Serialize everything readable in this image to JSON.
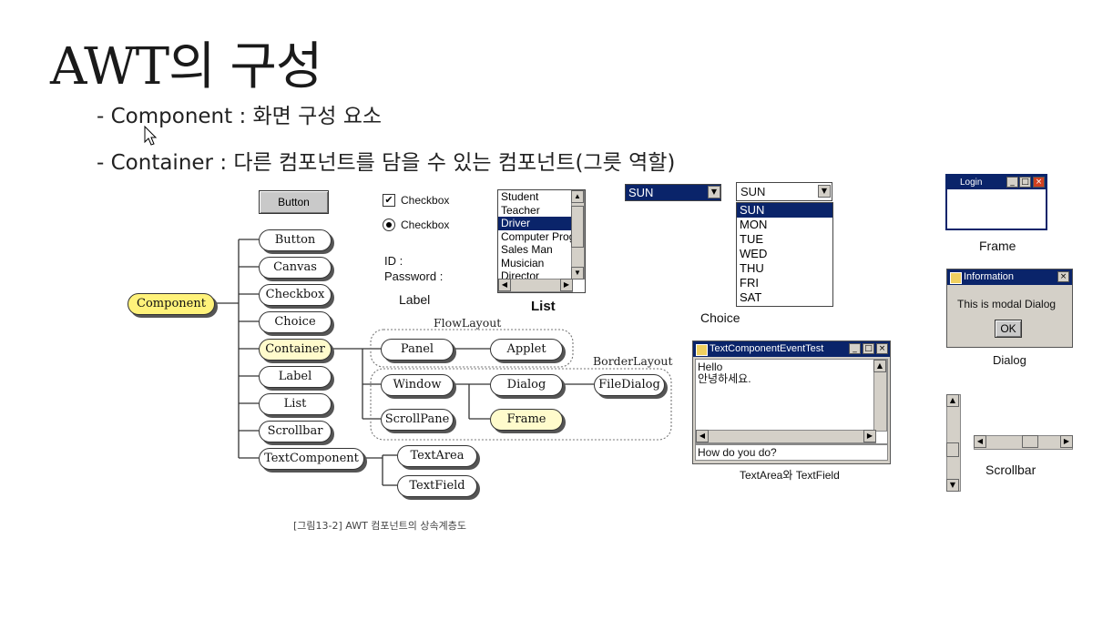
{
  "slide": {
    "title": "AWT의 구성",
    "bullets": [
      "- Component : 화면 구성 요소",
      "- Container : 다른 컴포넌트를 담을 수 있는 컴포넌트(그릇 역할)"
    ]
  },
  "diagram": {
    "root": "Component",
    "children": [
      "Button",
      "Canvas",
      "Checkbox",
      "Choice",
      "Container",
      "Label",
      "List",
      "Scrollbar",
      "TextComponent"
    ],
    "container_children": [
      "Panel",
      "Window",
      "ScrollPane"
    ],
    "panel_children": [
      "Applet"
    ],
    "window_children": [
      "Dialog",
      "Frame"
    ],
    "dialog_children": [
      "FileDialog"
    ],
    "text_children": [
      "TextArea",
      "TextField"
    ],
    "flow_label": "FlowLayout",
    "border_label": "BorderLayout",
    "caption": "[그림13-2] AWT 컴포넌트의 상속계층도"
  },
  "samples": {
    "button": {
      "label": "Button"
    },
    "checkbox": {
      "label1": "Checkbox",
      "label2": "Checkbox"
    },
    "label": {
      "line1": "ID :",
      "line2": "Password :",
      "caption": "Label"
    },
    "list": {
      "items": [
        "Student",
        "Teacher",
        "Driver",
        "Computer Prog",
        "Sales Man",
        "Musician",
        "Director"
      ],
      "selected": "Driver",
      "caption": "List"
    },
    "choice": {
      "closed_value": "SUN",
      "open_value": "SUN",
      "options": [
        "SUN",
        "MON",
        "TUE",
        "WED",
        "THU",
        "FRI",
        "SAT"
      ],
      "selected": "SUN",
      "caption": "Choice"
    },
    "textarea_window": {
      "title": "TextComponentEventTest",
      "line1": "Hello",
      "line2": "안녕하세요.",
      "field": "How do you do?",
      "caption": "TextArea와 TextField"
    },
    "frame": {
      "title": "Login",
      "caption": "Frame"
    },
    "dialog": {
      "title": "Information",
      "message": "This is modal Dialog",
      "ok": "OK",
      "caption": "Dialog"
    },
    "scrollbar": {
      "caption": "Scrollbar"
    }
  }
}
